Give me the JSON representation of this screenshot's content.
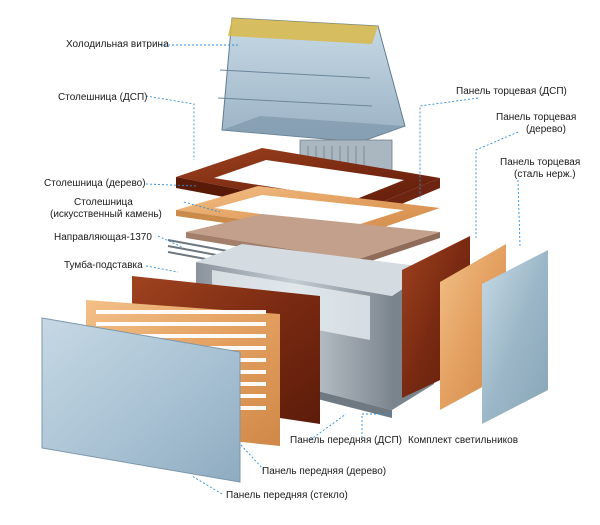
{
  "labels": {
    "display_case": "Холодильная витрина",
    "top_dsp": "Столешница (ДСП)",
    "top_wood": "Столешница (дерево)",
    "top_stone_1": "Столешница",
    "top_stone_2": "(искусственный камень)",
    "guide_rail": "Направляющая-1370",
    "stand": "Тумба-подставка",
    "end_dsp": "Панель торцевая (ДСП)",
    "end_wood_1": "Панель торцевая",
    "end_wood_2": "(дерево)",
    "end_steel_1": "Панель торцевая",
    "end_steel_2": "(сталь нерж.)",
    "front_dsp": "Панель передняя (ДСП)",
    "lights": "Комплект светильников",
    "front_wood": "Панель передняя (дерево)",
    "front_glass": "Панель передняя (стекло)"
  },
  "colors": {
    "leader": "#2f8fd8",
    "dsp": "#7a2a12",
    "wood": "#e8a868",
    "steel": "#9cb8c8",
    "stone": "#b89480",
    "glass": "#a8c4d8"
  }
}
